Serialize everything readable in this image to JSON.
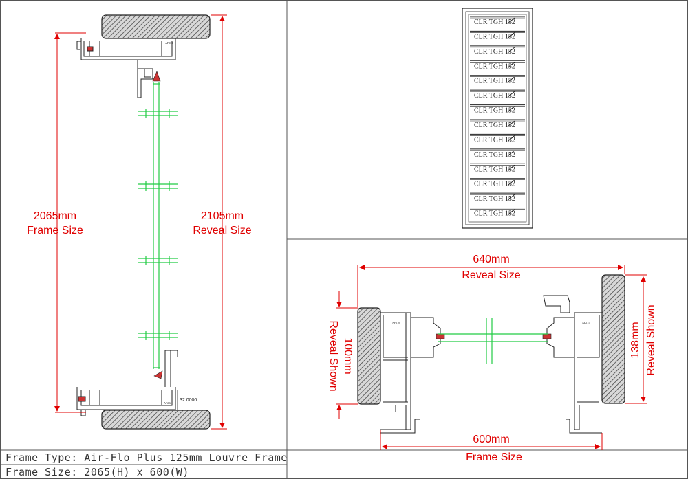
{
  "side_section": {
    "frame_dim": {
      "value": "2065mm",
      "label": "Frame Size"
    },
    "reveal_dim": {
      "value": "2105mm",
      "label": "Reveal Size"
    },
    "top_profile_code": "AF200",
    "bottom_profile_code": "AF202",
    "sill_height": "32.0000"
  },
  "elevation": {
    "blade_labels": [
      "CLR TGH 152",
      "CLR TGH 152",
      "CLR TGH 152",
      "CLR TGH 152",
      "CLR TGH 152",
      "CLR TGH 152",
      "CLR TGH 152",
      "CLR TGH 152",
      "CLR TGH 152",
      "CLR TGH 152",
      "CLR TGH 152",
      "CLR TGH 152",
      "CLR TGH 152",
      "CLR TGH 152"
    ]
  },
  "plan_section": {
    "reveal_width": {
      "value": "640mm",
      "label": "Reveal Size"
    },
    "frame_width": {
      "value": "600mm",
      "label": "Frame Size"
    },
    "left_reveal": {
      "value": "100mm",
      "label": "Reveal Shown"
    },
    "right_reveal": {
      "value": "138mm",
      "label": "Reveal Shown"
    },
    "left_profile_code": "AF210",
    "right_profile_code": "AF211"
  },
  "title_block": {
    "frame_type": "Frame Type: Air-Flo Plus 125mm Louvre Frame",
    "frame_size": "Frame Size: 2065(H) x 600(W)"
  },
  "colors": {
    "dimension": "#e00000",
    "glass": "#22cc44",
    "line": "#222222",
    "hatch": "#555555"
  }
}
